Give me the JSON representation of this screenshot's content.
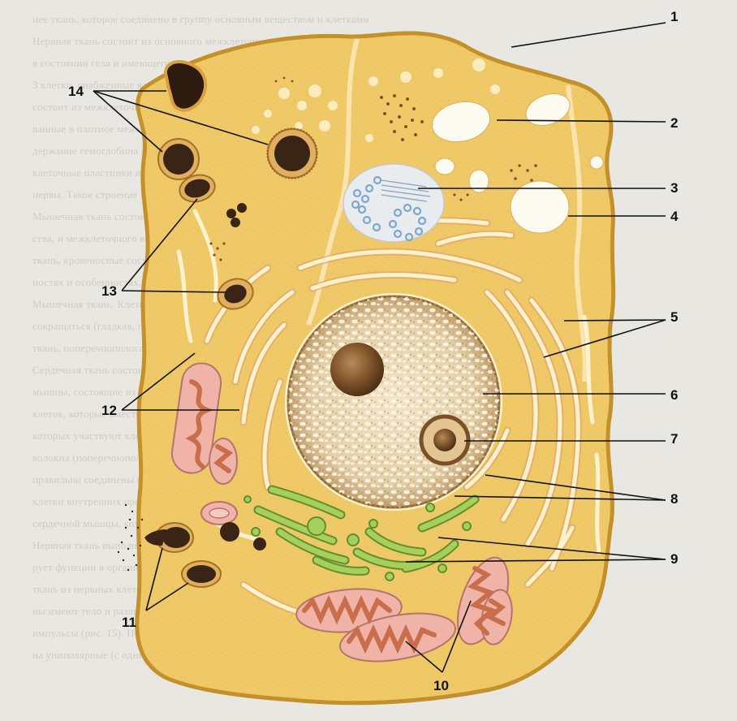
{
  "labels": [
    "1",
    "2",
    "3",
    "4",
    "5",
    "6",
    "7",
    "8",
    "9",
    "10",
    "11",
    "12",
    "13",
    "14"
  ],
  "colors": {
    "cytoplasm": "#efc868",
    "membrane": "#c9962e",
    "nucleus": "#e8d6b3",
    "nucleolus": "#6b4a22",
    "mitochondria": "#e79b7b",
    "golgi": "#8dbb4f",
    "vesicles": "#3a2416",
    "er": "#fff6d6"
  }
}
